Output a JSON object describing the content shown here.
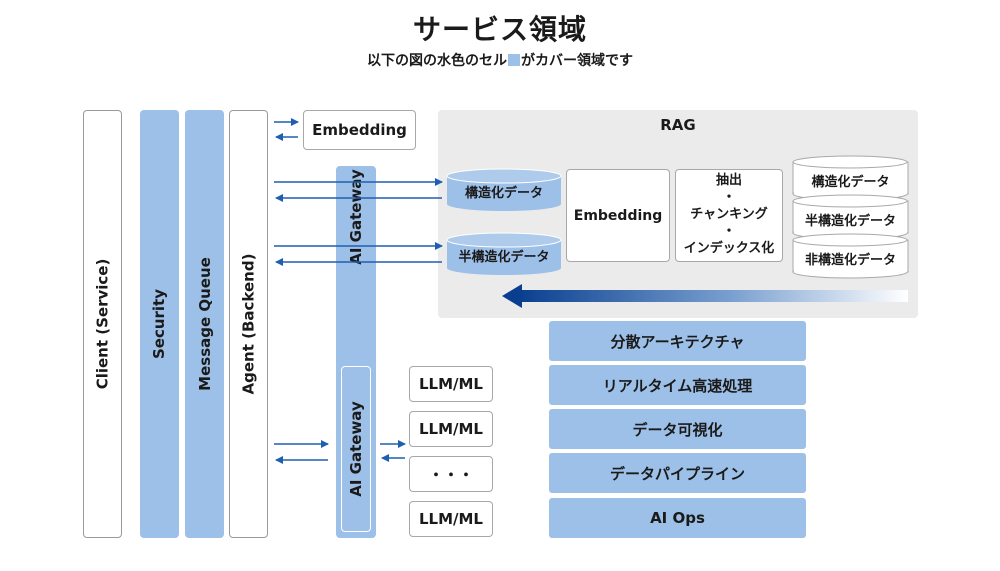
{
  "title": "サービス領域",
  "subtitle_before": "以下の図の水色のセル",
  "subtitle_after": "がカバー領域です",
  "columns": {
    "client": "Client (Service)",
    "security": "Security",
    "message_queue": "Message Queue",
    "agent": "Agent (Backend)"
  },
  "gateway_top": "AI Gateway",
  "gateway_bottom": "AI Gateway",
  "embedding_top": "Embedding",
  "rag": {
    "label": "RAG",
    "inputs": [
      "構造化データ",
      "半構造化データ"
    ],
    "embedding": "Embedding",
    "process": [
      "抽出",
      "・",
      "チャンキング",
      "・",
      "インデックス化"
    ],
    "sources": [
      "構造化データ",
      "半構造化データ",
      "非構造化データ"
    ]
  },
  "models": [
    "LLM/ML",
    "LLM/ML",
    "・・・",
    "LLM/ML"
  ],
  "features": [
    "分散アーキテクチャ",
    "リアルタイム高速処理",
    "データ可視化",
    "データパイプライン",
    "AI Ops"
  ],
  "colors": {
    "highlight": "#9dc0e8",
    "arrow": "#1f5fb0",
    "rag_bg": "#ebebeb"
  }
}
